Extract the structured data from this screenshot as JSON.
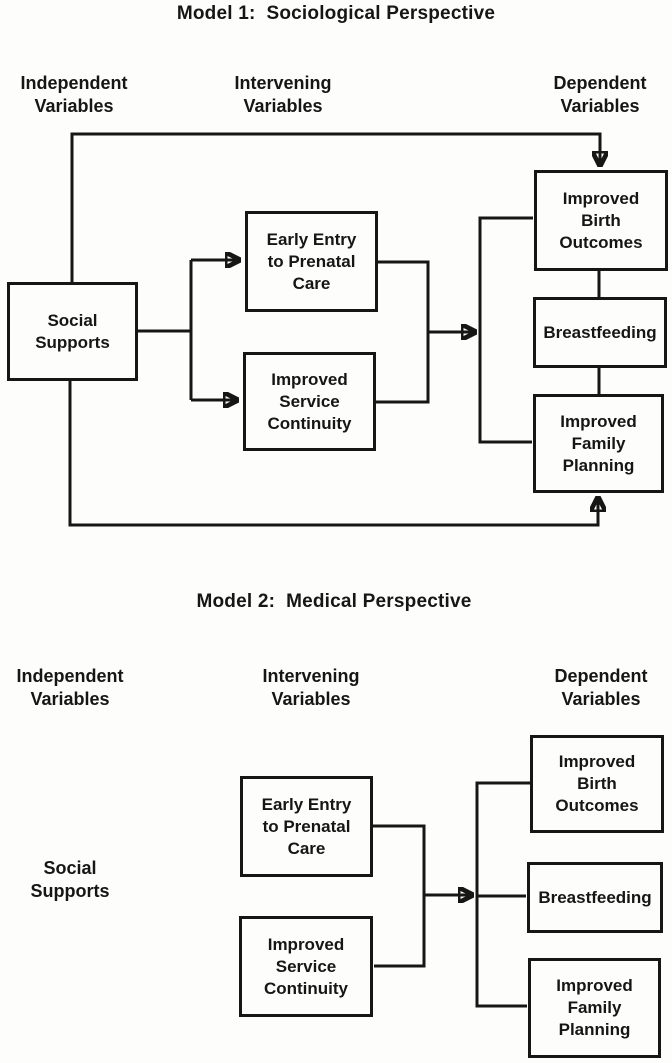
{
  "colors": {
    "ink": "#161616",
    "paper": "#fdfdfc"
  },
  "model1": {
    "title": "Model 1:  Sociological Perspective",
    "headers": {
      "independent": "Independent\nVariables",
      "intervening": "Intervening\nVariables",
      "dependent": "Dependent\nVariables"
    },
    "boxes": {
      "social_supports": "Social\nSupports",
      "early_entry": "Early Entry\nto Prenatal\nCare",
      "service_continuity": "Improved\nService\nContinuity",
      "birth_outcomes": "Improved\nBirth\nOutcomes",
      "breastfeeding": "Breastfeeding",
      "family_planning": "Improved\nFamily\nPlanning"
    }
  },
  "model2": {
    "title": "Model 2:  Medical Perspective",
    "headers": {
      "independent": "Independent\nVariables",
      "intervening": "Intervening\nVariables",
      "dependent": "Dependent\nVariables"
    },
    "labels": {
      "social_supports": "Social\nSupports"
    },
    "boxes": {
      "early_entry": "Early Entry\nto Prenatal\nCare",
      "service_continuity": "Improved\nService\nContinuity",
      "birth_outcomes": "Improved\nBirth\nOutcomes",
      "breastfeeding": "Breastfeeding",
      "family_planning": "Improved\nFamily\nPlanning"
    }
  }
}
